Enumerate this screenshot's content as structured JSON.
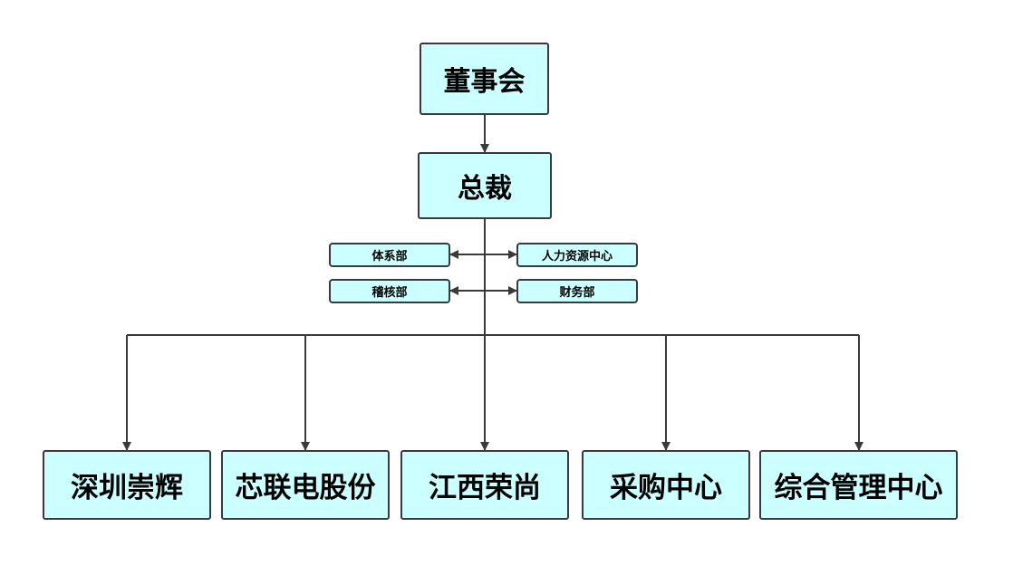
{
  "diagram": {
    "board": "董事会",
    "president": "总裁",
    "staff_left": [
      "体系部",
      "稽核部"
    ],
    "staff_right": [
      "人力资源中心",
      "财务部"
    ],
    "divisions": [
      "深圳崇辉",
      "芯联电股份",
      "江西荣尚",
      "采购中心",
      "综合管理中心"
    ]
  },
  "colors": {
    "box_fill": "#ccffff",
    "box_border": "#3a3a3a",
    "line": "#3a3a3a"
  }
}
